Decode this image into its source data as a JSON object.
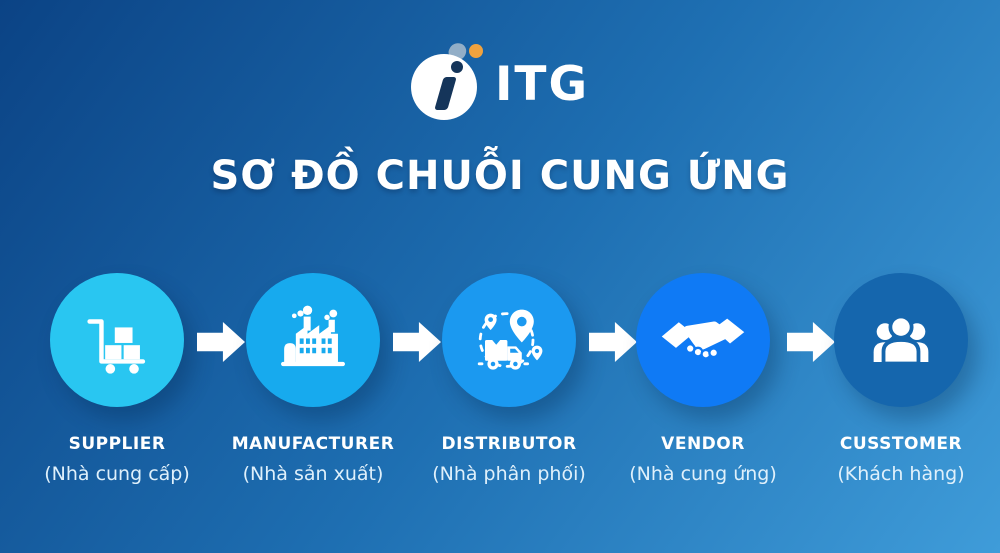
{
  "logo": {
    "text": "ITG",
    "mark": "itg-logo-icon"
  },
  "title": "SƠ ĐỒ CHUỖI CUNG ỨNG",
  "colors": {
    "background_top_left": "#0b4385",
    "background_bottom_right": "#3f9cd9",
    "title_text": "#ffffff",
    "stage_name_text": "#ffffff",
    "stage_sub_text": "#dff0fb",
    "arrow": "#ffffff",
    "logo_i": "#15355a",
    "logo_accent_orange": "#f0a23e",
    "logo_accent_gray": "#92aec7"
  },
  "stages": [
    {
      "name": "SUPPLIER",
      "sub": "(Nhà cung cấp)",
      "icon": "hand-truck-icon",
      "color": "#29c6f1"
    },
    {
      "name": "MANUFACTURER",
      "sub": "(Nhà sản xuất)",
      "icon": "factory-icon",
      "color": "#17aaee"
    },
    {
      "name": "DISTRIBUTOR",
      "sub": "(Nhà phân phối)",
      "icon": "delivery-route-icon",
      "color": "#1b99f0"
    },
    {
      "name": "VENDOR",
      "sub": "(Nhà cung ứng)",
      "icon": "handshake-icon",
      "color": "#0f7af5"
    },
    {
      "name": "CUSSTOMER",
      "sub": "(Khách hàng)",
      "icon": "customers-icon",
      "color": "#1566ad"
    }
  ],
  "arrows": {
    "count": 4,
    "direction": "right"
  }
}
